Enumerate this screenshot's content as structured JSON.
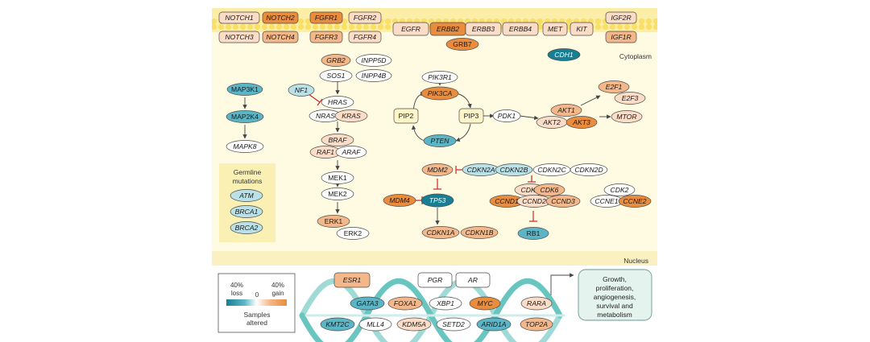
{
  "colors": {
    "membrane": "#fdeea7",
    "membrane_head": "#f9df64",
    "cytoplasm": "#fffbe2",
    "germline_box": "#fbf0b4",
    "loss_strong": "#177e93",
    "loss_mid": "#5ab6c6",
    "loss_light": "#b9e1e7",
    "neutral": "#ffffff",
    "gain_light": "#fbdcc6",
    "gain_mid": "#f4b789",
    "gain_strong": "#ea8c3d",
    "inhibit": "#c8262a",
    "arrow": "#444444",
    "dna_strand": "#68c5bf"
  },
  "compartments": {
    "cytoplasm": "Cytoplasm",
    "nucleus": "Nucleus"
  },
  "membrane_genes": {
    "notch1": "NOTCH1",
    "notch2": "NOTCH2",
    "notch3": "NOTCH3",
    "notch4": "NOTCH4",
    "fgfr1": "FGFR1",
    "fgfr2": "FGFR2",
    "fgfr3": "FGFR3",
    "fgfr4": "FGFR4",
    "egfr": "EGFR",
    "erbb2": "ERBB2",
    "erbb3": "ERBB3",
    "erbb4": "ERBB4",
    "grb7": "GRB7",
    "met": "MET",
    "kit": "KIT",
    "igf2r": "IGF2R",
    "igf1r": "IGF1R",
    "cdh1": "CDH1"
  },
  "mapk_pathway": {
    "map3k1": "MAP3K1",
    "map2k4": "MAP2K4",
    "mapk8": "MAPK8"
  },
  "germline": {
    "title_line1": "Germline",
    "title_line2": "mutations",
    "atm": "ATM",
    "brca1": "BRCA1",
    "brca2": "BRCA2"
  },
  "ras_pathway": {
    "grb2": "GRB2",
    "sos1": "SOS1",
    "inpp5d": "INPP5D",
    "inpp4b": "INPP4B",
    "nf1": "NF1",
    "hras": "HRAS",
    "nras": "NRAS",
    "kras": "KRAS",
    "braf": "BRAF",
    "raf1": "RAF1",
    "araf": "ARAF",
    "mek1": "MEK1",
    "mek2": "MEK2",
    "erk1": "ERK1",
    "erk2": "ERK2"
  },
  "pi3k_pathway": {
    "pik3r1": "PIK3R1",
    "pik3ca": "PIK3CA",
    "pip2": "PIP2",
    "pip3": "PIP3",
    "pten": "PTEN",
    "pdk1": "PDK1",
    "akt1": "AKT1",
    "akt2": "AKT2",
    "akt3": "AKT3",
    "mtor": "MTOR",
    "e2f1": "E2F1",
    "e2f3": "E2F3"
  },
  "cell_cycle": {
    "mdm2": "MDM2",
    "mdm4": "MDM4",
    "tp53": "TP53",
    "cdkn2a": "CDKN2A",
    "cdkn2b": "CDKN2B",
    "cdkn2c": "CDKN2C",
    "cdkn2d": "CDKN2D",
    "cdk4": "CDK4",
    "cdk6": "CDK6",
    "ccnd1": "CCND1",
    "ccnd2": "CCND2",
    "ccnd3": "CCND3",
    "cdk2": "CDK2",
    "ccne1": "CCNE1",
    "ccne2": "CCNE2",
    "cdkn1a": "CDKN1A",
    "cdkn1b": "CDKN1B",
    "rb1": "RB1"
  },
  "nuclear_genes": {
    "esr1": "ESR1",
    "pgr": "PGR",
    "ar": "AR",
    "gata3": "GATA3",
    "foxa1": "FOXA1",
    "xbp1": "XBP1",
    "myc": "MYC",
    "rara": "RARA",
    "kmt2c": "KMT2C",
    "mll4": "MLL4",
    "kdm5a": "KDM5A",
    "setd2": "SETD2",
    "arid1a": "ARID1A",
    "top2a": "TOP2A"
  },
  "outcome": {
    "line1": "Growth,",
    "line2": "proliferation,",
    "line3": "angiogenesis,",
    "line4": "survival and",
    "line5": "metabolism"
  },
  "legend": {
    "loss_pct": "40%",
    "loss_label": "loss",
    "zero": "0",
    "gain_pct": "40%",
    "gain_label": "gain",
    "caption_line1": "Samples",
    "caption_line2": "altered"
  }
}
